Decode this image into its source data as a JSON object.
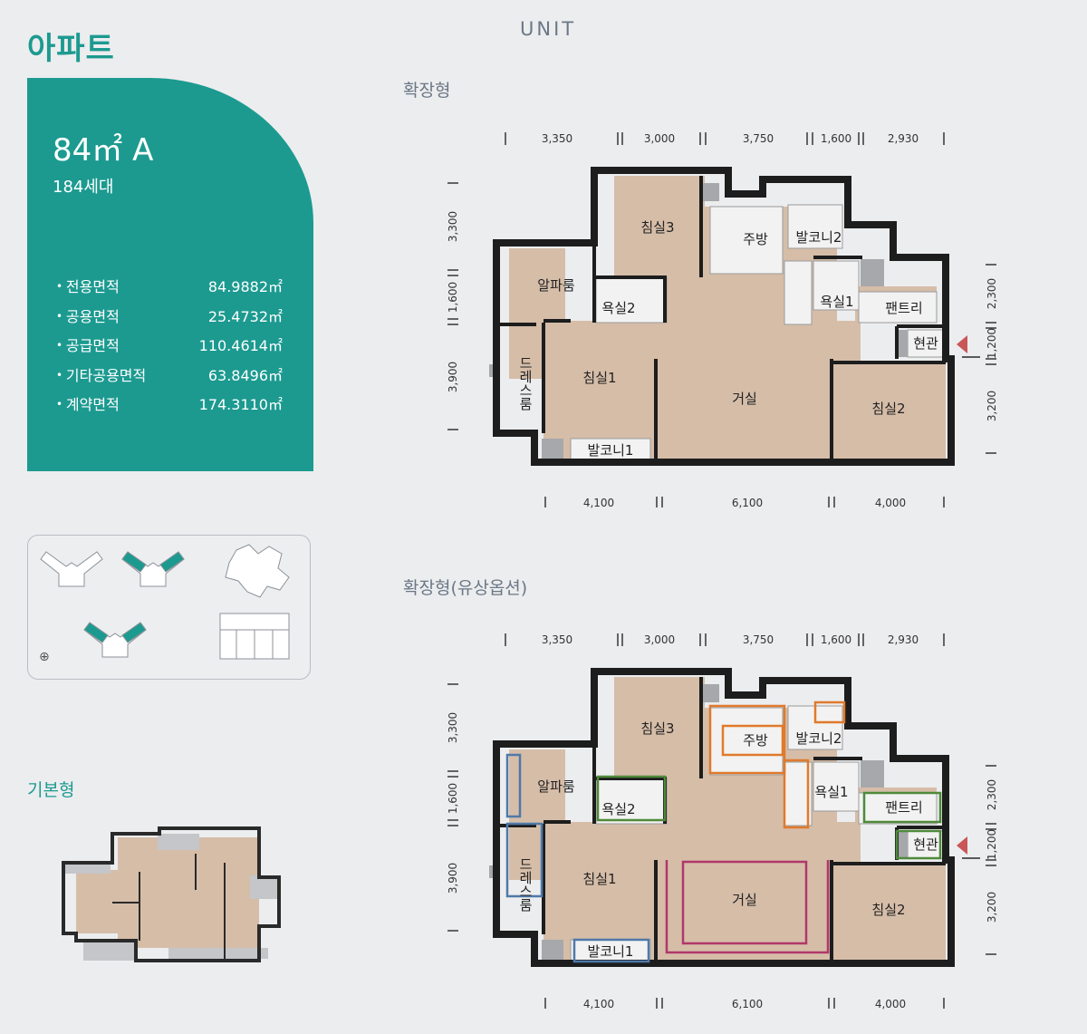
{
  "page_title": "아파트",
  "section_label": "UNIT",
  "unit": {
    "type": "84㎡ A",
    "households": "184세대"
  },
  "areas": [
    {
      "label": "전용면적",
      "value": "84.9882㎡"
    },
    {
      "label": "공용면적",
      "value": "25.4732㎡"
    },
    {
      "label": "공급면적",
      "value": "110.4614㎡"
    },
    {
      "label": "기타공용면적",
      "value": "63.8496㎡"
    },
    {
      "label": "계약면적",
      "value": "174.3110㎡"
    }
  ],
  "basic_label": "기본형",
  "plans": {
    "expanded": {
      "label": "확장형"
    },
    "option": {
      "label": "확장형(유상옵션)"
    }
  },
  "dims": {
    "top": [
      "3,350",
      "3,000",
      "3,750",
      "1,600",
      "2,930"
    ],
    "bottom": [
      "4,100",
      "6,100",
      "4,000"
    ],
    "left": [
      "3,300",
      "1,600",
      "3,900"
    ],
    "right": [
      "2,300",
      "1,200",
      "3,200"
    ]
  },
  "rooms": {
    "bedroom3": "침실3",
    "kitchen": "주방",
    "balcony2": "발코니2",
    "alpha": "알파룸",
    "bath2": "욕실2",
    "bath1": "욕실1",
    "pantry": "팬트리",
    "entrance": "현관",
    "dress": "드레스룸",
    "bedroom1": "침실1",
    "living": "거실",
    "bedroom2": "침실2",
    "balcony1": "발코니1"
  },
  "colors": {
    "teal": "#1c9a90",
    "floor": "#d6bda8",
    "wall": "#1d1d1d",
    "option_orange": "#e07a2c",
    "option_green": "#4f8a3a",
    "option_blue": "#4f79a8",
    "option_magenta": "#b0386a",
    "entry_arrow": "#c95757"
  }
}
